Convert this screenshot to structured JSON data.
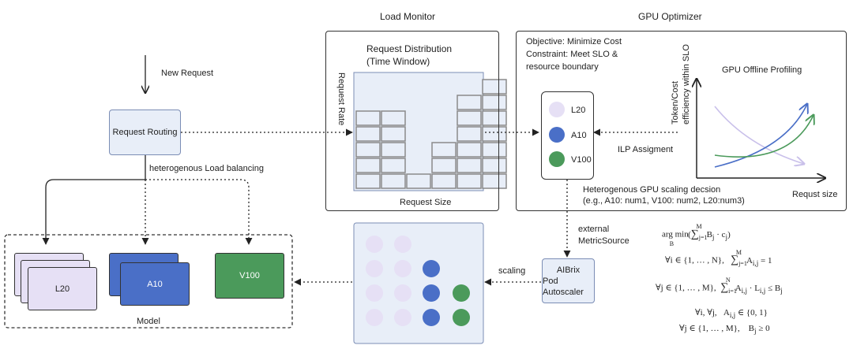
{
  "new_request": "New Request",
  "request_routing": "Request Routing",
  "load_balancing": "heterogenous Load balancing",
  "model": {
    "label": "Model",
    "gpus": [
      "L20",
      "A10",
      "V100"
    ]
  },
  "load_monitor": {
    "title": "Load Monitor",
    "chart_title_1": "Request Distribution",
    "chart_title_2": "(Time Window)",
    "y_label": "Request Rate",
    "x_label": "Request Size",
    "stack_heights": [
      5,
      5,
      1,
      3,
      6,
      7
    ]
  },
  "gpu_optimizer": {
    "title": "GPU Optimizer",
    "objective": "Objective: Minimize Cost",
    "constraint_1": "Constraint: Meet SLO &",
    "constraint_2": "resource boundary",
    "gpus": [
      {
        "name": "L20",
        "color": "#e6e0f5"
      },
      {
        "name": "A10",
        "color": "#4a6fc7"
      },
      {
        "name": "V100",
        "color": "#4b9a5b"
      }
    ],
    "ilp": "ILP Assigment",
    "profiling_title": "GPU Offline Profiling",
    "profiling_y_1": "Token/Cost",
    "profiling_y_2": "efficiency within SLO",
    "profiling_x": "Requst size",
    "scaling_decision_1": "Heterogenous GPU scaling decsion",
    "scaling_decision_2": "(e.g., A10: num1, V100: num2, L20:num3)"
  },
  "external_1": "external",
  "external_2": "MetricSource",
  "autoscaler_1": "AIBrix",
  "autoscaler_2": "Pod Autoscaler",
  "scaling": "scaling",
  "colors": {
    "l20": "#e6e0f5",
    "a10": "#4a6fc7",
    "v100": "#4b9a5b",
    "light_blue": "#e8eef8"
  }
}
